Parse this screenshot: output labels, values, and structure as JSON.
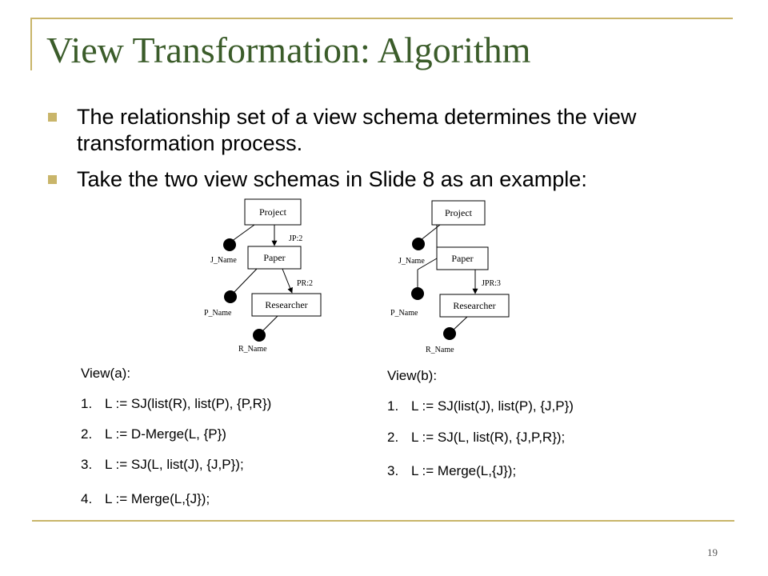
{
  "slide": {
    "title": "View Transformation: Algorithm",
    "bullets": [
      "The relationship set of a view schema determines the view transformation process.",
      "Take the two view schemas in Slide 8 as an example:"
    ],
    "page_number": "19"
  },
  "diagram_a": {
    "box_project": "Project",
    "box_paper": "Paper",
    "box_researcher": "Researcher",
    "attr_j": "J_Name",
    "attr_p": "P_Name",
    "attr_r": "R_Name",
    "rel_1": "JP:2",
    "rel_2": "PR:2"
  },
  "diagram_b": {
    "box_project": "Project",
    "box_paper": "Paper",
    "box_researcher": "Researcher",
    "attr_j": "J_Name",
    "attr_p": "P_Name",
    "attr_r": "R_Name",
    "rel_1": "JPR:3"
  },
  "view_a": {
    "heading": "View(a):",
    "steps": [
      {
        "num": "1.",
        "text": "L := SJ(list(R), list(P), {P,R})"
      },
      {
        "num": "2.",
        "text": "L := D-Merge(L, {P})"
      },
      {
        "num": "3.",
        "text": "L := SJ(L, list(J), {J,P});"
      },
      {
        "num": "4.",
        "text": "L := Merge(L,{J});"
      }
    ]
  },
  "view_b": {
    "heading": "View(b):",
    "steps": [
      {
        "num": "1.",
        "text": "L := SJ(list(J), list(P), {J,P})"
      },
      {
        "num": "2.",
        "text": "L := SJ(L, list(R), {J,P,R});"
      },
      {
        "num": "3.",
        "text": "L := Merge(L,{J});"
      }
    ]
  }
}
